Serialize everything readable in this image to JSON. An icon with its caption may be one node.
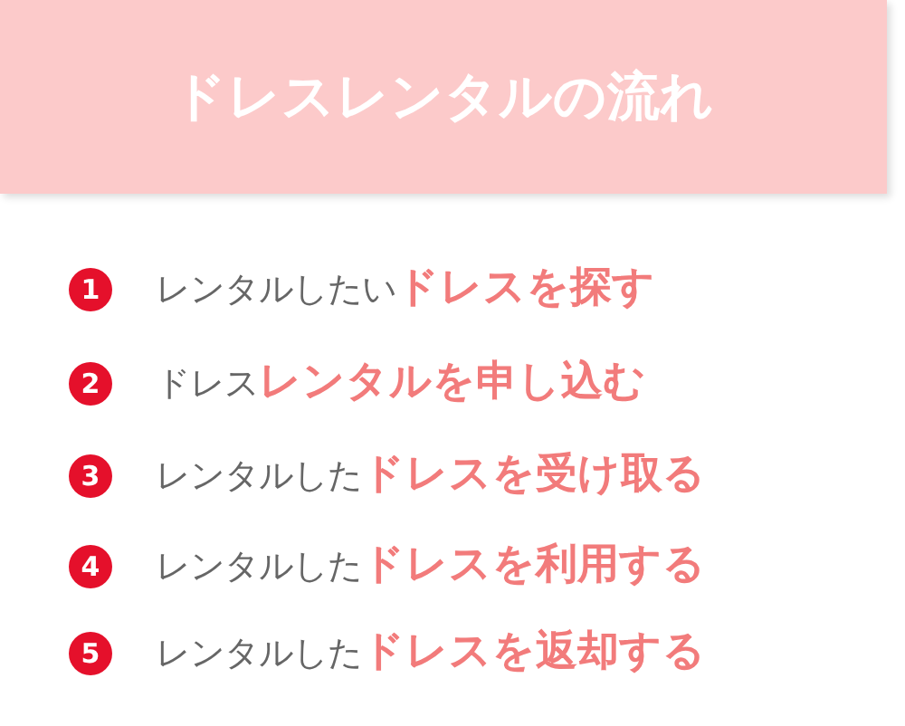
{
  "diagram": {
    "nodes": [
      {
        "text": [
          "ドレスレンタルの流れ"
        ]
      },
      {
        "text": [
          "1"
        ],
        "beside": [
          "レンタルしたい**ドレスを探す**"
        ]
      },
      {
        "text": [
          "2"
        ],
        "beside": [
          "ドレス**レンタルを申し込む**"
        ]
      },
      {
        "text": [
          "3"
        ],
        "beside": [
          "レンタルした**ドレスを受け取る**"
        ]
      },
      {
        "text": [
          "4"
        ],
        "beside": [
          "レンタルした**ドレスを利用する**"
        ]
      },
      {
        "text": [
          "5"
        ],
        "beside": [
          "レンタルした**ドレスを返却する**"
        ]
      }
    ]
  }
}
